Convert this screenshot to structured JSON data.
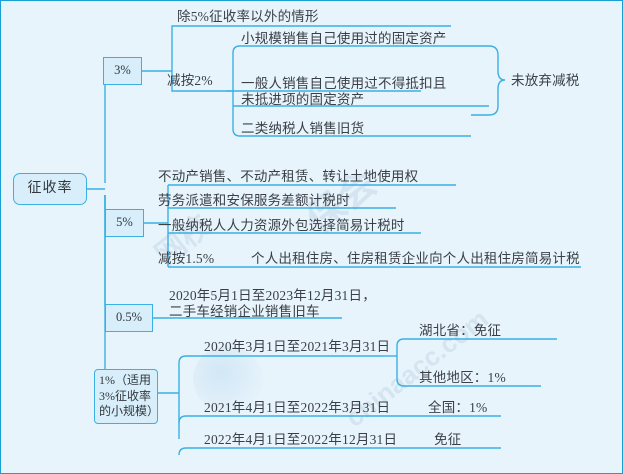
{
  "diagram": {
    "type": "mind-map",
    "title_node": "征收率",
    "background_color": "#e8f4fc",
    "line_color": "#3ab0e4",
    "node_fill": "#d8eefa",
    "text_color": "#3a3f45"
  },
  "root": {
    "label": "征收率"
  },
  "branches": {
    "three_percent": {
      "rate_label": "3%",
      "items": [
        {
          "label": "除5%征收率以外的情形"
        }
      ],
      "reduced": {
        "label": "减按2%",
        "items": [
          {
            "label": "小规模销售自己使用过的固定资产"
          },
          {
            "label": "一般人销售自己使用过不得抵扣且\n未抵进项的固定资产"
          },
          {
            "label": "二类纳税人销售旧货"
          }
        ],
        "brace_label": "未放弃减税"
      }
    },
    "five_percent": {
      "rate_label": "5%",
      "items": [
        {
          "label": "不动产销售、不动产租赁、转让土地使用权"
        },
        {
          "label": "劳务派遣和安保服务差额计税时"
        },
        {
          "label": "一般纳税人人力资源外包选择简易计税时"
        }
      ],
      "reduced": {
        "label": "减按1.5%",
        "detail": "个人出租住房、住房租赁企业向个人出租住房简易计税"
      }
    },
    "half_percent": {
      "rate_label": "0.5%",
      "items": [
        {
          "label": "2020年5月1日至2023年12月31日，\n二手车经销企业销售旧车"
        }
      ]
    },
    "one_percent": {
      "rate_label": "1%（适用\n3%征收率\n的小规模）",
      "periods": [
        {
          "range": "2020年3月1日至2021年3月31日",
          "results": [
            {
              "label": "湖北省：免征"
            },
            {
              "label": "其他地区：1%"
            }
          ]
        },
        {
          "range": "2021年4月1日至2022年3月31日",
          "results": [
            {
              "label": "全国：1%"
            }
          ]
        },
        {
          "range": "2022年4月1日至2022年12月31日",
          "results": [
            {
              "label": "免征"
            }
          ]
        }
      ]
    }
  },
  "watermark": {
    "text_1": "保会",
    "text_2": "网校",
    "text_3": "chinaacc.com"
  }
}
